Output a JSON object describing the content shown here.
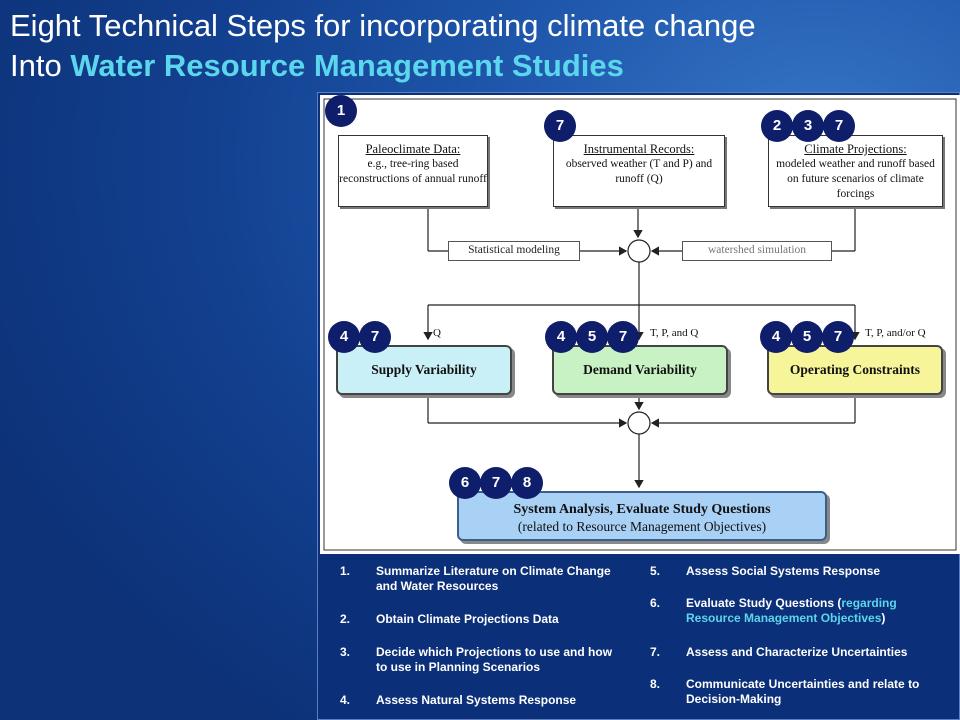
{
  "title": {
    "line1": "Eight Technical Steps for incorporating climate change",
    "line2_prefix": "Into ",
    "line2_highlight": "Water Resource Management Studies"
  },
  "diagram": {
    "top_boxes": [
      {
        "heading": "Paleoclimate Data:",
        "body": "e.g., tree-ring based reconstructions of annual runoff",
        "badges": [
          "1"
        ]
      },
      {
        "heading": "Instrumental Records:",
        "body": "observed weather (T and P) and runoff (Q)",
        "badges": [
          "7"
        ]
      },
      {
        "heading": "Climate Projections:",
        "body": "modeled weather and runoff based on future scenarios of climate forcings",
        "badges": [
          "2",
          "3",
          "7"
        ]
      }
    ],
    "connectors": {
      "left": "Statistical modeling",
      "right": "watershed simulation"
    },
    "middle_boxes": [
      {
        "label": "Supply Variability",
        "flow": "Q",
        "badges": [
          "4",
          "7"
        ],
        "color": "#c9f0f7"
      },
      {
        "label": "Demand Variability",
        "flow": "T, P, and Q",
        "badges": [
          "4",
          "5",
          "7"
        ],
        "color": "#c9f2c4"
      },
      {
        "label": "Operating Constraints",
        "flow": "T, P, and/or Q",
        "badges": [
          "4",
          "5",
          "7"
        ],
        "color": "#f7f59a"
      }
    ],
    "system_box": {
      "line1": "System Analysis, Evaluate Study Questions",
      "line2": "(related to Resource Management Objectives)",
      "badges": [
        "6",
        "7",
        "8"
      ]
    }
  },
  "steps": [
    {
      "num": "1.",
      "text": "Summarize Literature on Climate Change and Water Resources"
    },
    {
      "num": "2.",
      "text": "Obtain Climate Projections Data"
    },
    {
      "num": "3.",
      "text": "Decide which Projections to use and how to use in Planning Scenarios"
    },
    {
      "num": "4.",
      "text": "Assess Natural Systems Response"
    },
    {
      "num": "5.",
      "text": "Assess Social Systems Response"
    },
    {
      "num": "6.",
      "text_prefix": "Evaluate Study Questions (",
      "text_highlight": "regarding Resource Management Objectives",
      "text_suffix": ")"
    },
    {
      "num": "7.",
      "text": "Assess and Characterize Uncertainties"
    },
    {
      "num": "8.",
      "text": "Communicate Uncertainties and relate to Decision-Making"
    }
  ],
  "colors": {
    "background": "#1f58ad",
    "title_highlight": "#5bd6ec",
    "badge": "#0f1e6a",
    "panel": "#0b2f78",
    "system_box": "#a9d0f5"
  }
}
